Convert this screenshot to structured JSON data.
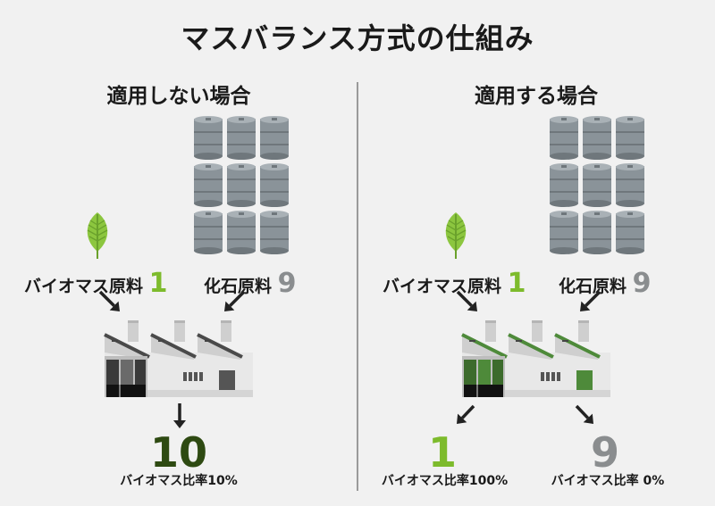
{
  "title": "マスバランス方式の仕組み",
  "left": {
    "heading": "適用しない場合",
    "bio_label": "バイオマス原料",
    "bio_value": "1",
    "fossil_label": "化石原料",
    "fossil_value": "9",
    "output_value": "10",
    "output_ratio": "バイオマス比率10%"
  },
  "right": {
    "heading": "適用する場合",
    "bio_label": "バイオマス原料",
    "bio_value": "1",
    "fossil_label": "化石原料",
    "fossil_value": "9",
    "output_bio_value": "1",
    "output_bio_ratio": "バイオマス比率100%",
    "output_fossil_value": "9",
    "output_fossil_ratio": "バイオマス比率 0%"
  },
  "colors": {
    "leaf": "#8cc63f",
    "barrel": "#8a9399",
    "bio_green": "#7dbb2c",
    "fossil_gray": "#8a8d8f",
    "dark_green": "#2e4a12",
    "factory_green": "#4e8a3a"
  },
  "icons": {
    "leaf": "leaf-icon",
    "barrels": "oil-barrel-icon",
    "factory": "factory-icon",
    "arrow": "arrow-icon"
  }
}
